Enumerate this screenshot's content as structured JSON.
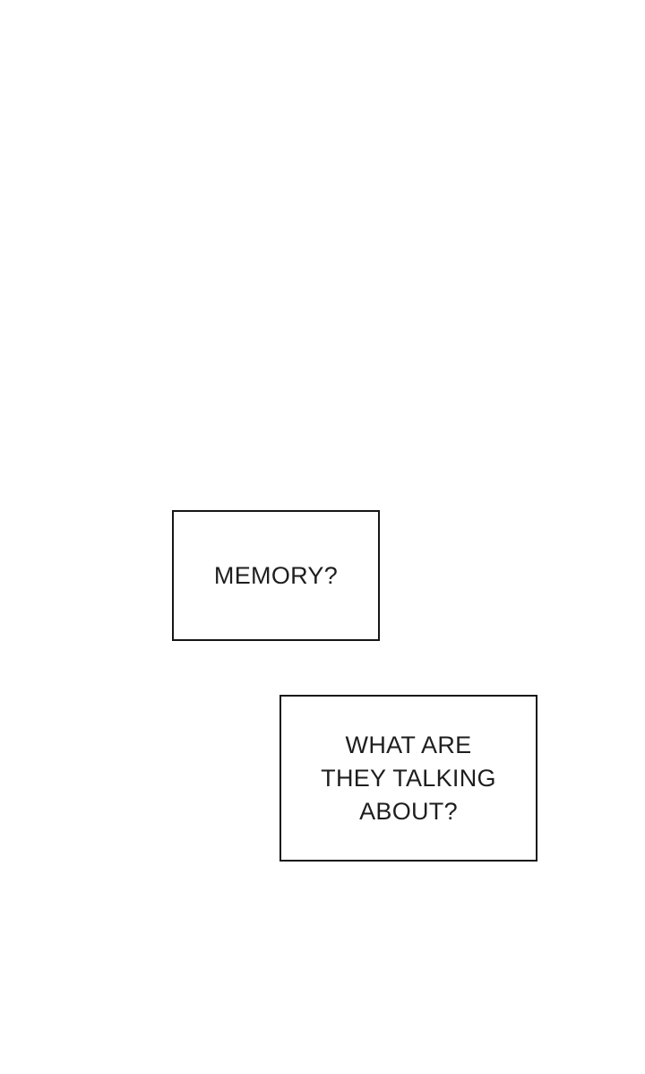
{
  "page": {
    "background_color": "#ffffff",
    "border_color": "#161616",
    "text_color": "#1e1e1e"
  },
  "captions": [
    {
      "id": "memory-box",
      "text": "MEMORY?"
    },
    {
      "id": "talking-box",
      "lines": [
        "WHAT ARE",
        "THEY TALKING",
        "ABOUT?"
      ]
    }
  ]
}
